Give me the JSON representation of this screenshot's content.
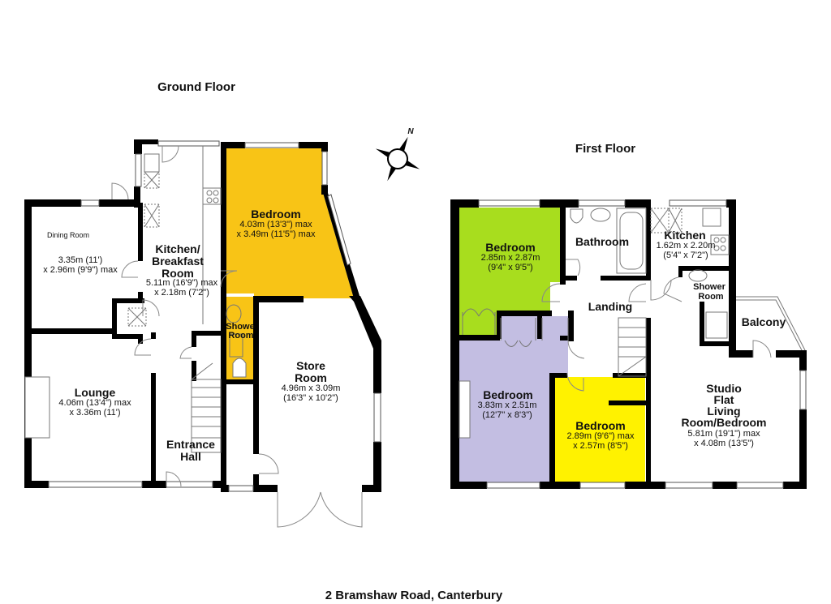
{
  "headings": {
    "ground_floor": "Ground Floor",
    "first_floor": "First Floor",
    "address": "2 Bramshaw Road, Canterbury",
    "north_label": "N"
  },
  "colors": {
    "wall": "#000000",
    "bedroom_ground": "#F8C416",
    "shower_room_ground": "#F8C416",
    "bedroom_green": "#A8DD1E",
    "bedroom_lilac": "#C3BEE2",
    "bedroom_yellow": "#FFF200",
    "background": "#FFFFFF"
  },
  "ground_floor": {
    "rooms": [
      {
        "id": "dining-room",
        "name": "Dining Room",
        "dim1": "3.35m (11')",
        "dim2": "x 2.96m (9'9\") max"
      },
      {
        "id": "kitchen-breakfast",
        "name_line1": "Kitchen/",
        "name_line2": "Breakfast",
        "name_line3": "Room",
        "dim1": "5.11m (16'9\") max",
        "dim2": "x 2.18m (7'2\")"
      },
      {
        "id": "bedroom",
        "name": "Bedroom",
        "dim1": "4.03m (13'3\") max",
        "dim2": "x 3.49m (11'5\") max"
      },
      {
        "id": "shower-room",
        "name_line1": "Showe",
        "name_line2": "Room"
      },
      {
        "id": "store-room",
        "name_line1": "Store",
        "name_line2": "Room",
        "dim1": "4.96m x 3.09m",
        "dim2": "(16'3\" x 10'2\")"
      },
      {
        "id": "lounge",
        "name": "Lounge",
        "dim1": "4.06m (13'4\") max",
        "dim2": "x 3.36m (11')"
      },
      {
        "id": "entrance-hall",
        "name_line1": "Entrance",
        "name_line2": "Hall"
      }
    ]
  },
  "first_floor": {
    "rooms": [
      {
        "id": "bedroom-green",
        "name": "Bedroom",
        "dim1": "2.85m x 2.87m",
        "dim2": "(9'4\" x 9'5\")"
      },
      {
        "id": "bathroom",
        "name": "Bathroom"
      },
      {
        "id": "kitchen",
        "name": "Kitchen",
        "dim1": "1.62m x 2.20m",
        "dim2": "(5'4\" x 7'2\")"
      },
      {
        "id": "shower-room",
        "name_line1": "Shower",
        "name_line2": "Room"
      },
      {
        "id": "landing",
        "name": "Landing"
      },
      {
        "id": "balcony",
        "name": "Balcony"
      },
      {
        "id": "bedroom-lilac",
        "name": "Bedroom",
        "dim1": "3.83m x 2.51m",
        "dim2": "(12'7\" x 8'3\")"
      },
      {
        "id": "bedroom-yellow",
        "name": "Bedroom",
        "dim1": "2.89m (9'6\") max",
        "dim2": "x 2.57m (8'5\")"
      },
      {
        "id": "studio-flat",
        "name_line1": "Studio",
        "name_line2": "Flat",
        "name_line3": "Living",
        "name_line4": "Room/Bedroom",
        "dim1": "5.81m (19'1\") max",
        "dim2": "x 4.08m (13'5\")"
      }
    ]
  }
}
